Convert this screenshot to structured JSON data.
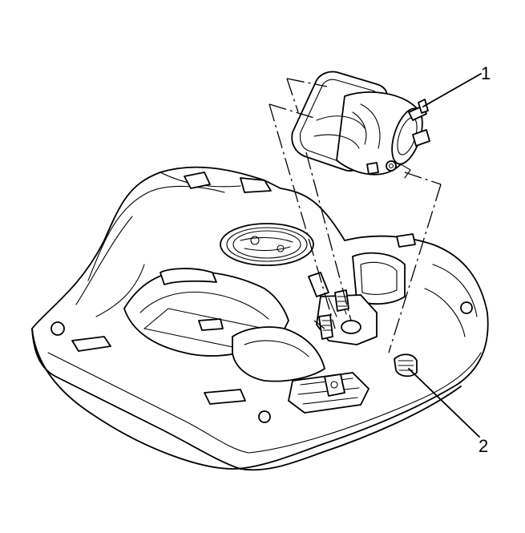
{
  "callouts": [
    {
      "number": "1"
    },
    {
      "number": "2"
    }
  ],
  "colors": {
    "line": "#000000",
    "background": "#ffffff"
  },
  "icons": [
    "fuel-tank-illustration",
    "evap-canister-illustration"
  ]
}
